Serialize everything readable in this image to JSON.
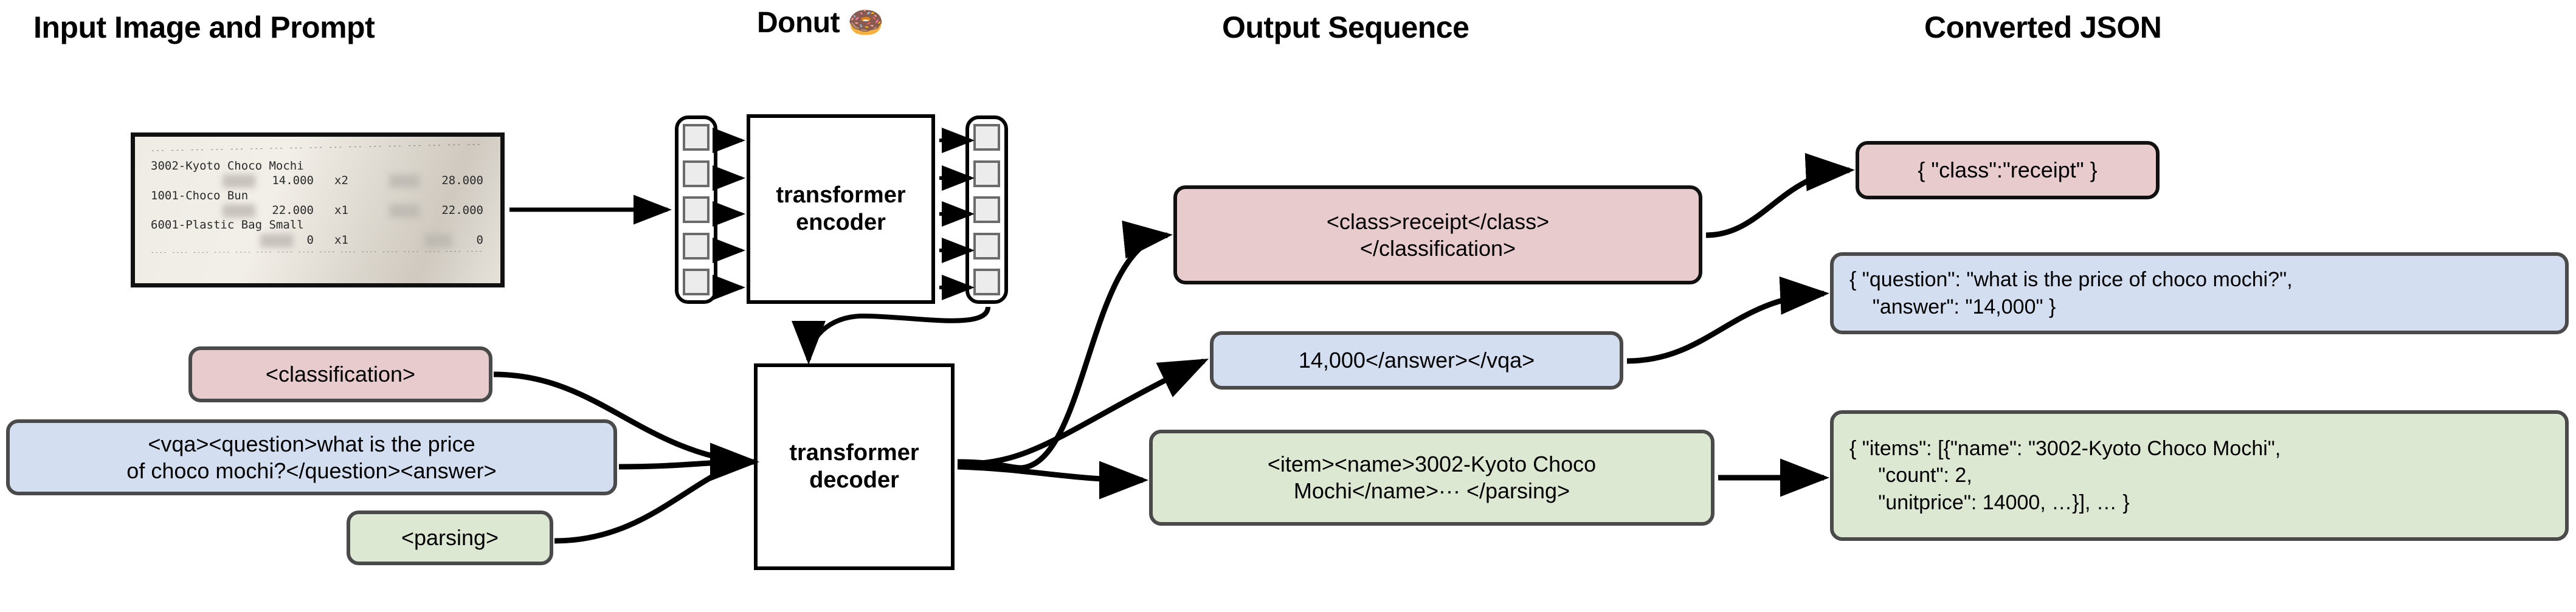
{
  "headings": {
    "input": "Input Image and Prompt",
    "model": "Donut 🍩",
    "output": "Output Sequence",
    "json": "Converted JSON"
  },
  "receipt": {
    "top_dashes": "--- --- --- --- --- --- --- --- --- --- --- --- --- --- --- --- --- --- --- --- --- --- --- --- --- ---",
    "bottom_dashes": "---- ---- ---- ---- ---- ---- ---- ---- ---- ---- ---- ---- ---- ---- ---- ---- ---- ---- ---- ---- ----",
    "lines": [
      {
        "name": "3002-Kyoto Choco Mochi",
        "unit_price": "14.000",
        "qty": "x2",
        "amount": "28.000"
      },
      {
        "name": "1001-Choco Bun",
        "unit_price": "22.000",
        "qty": "x1",
        "amount": "22.000"
      },
      {
        "name": "6001-Plastic Bag Small",
        "unit_price": "0",
        "qty": "x1",
        "amount": "0"
      }
    ]
  },
  "model": {
    "encoder_label": "transformer\nencoder",
    "decoder_label": "transformer\ndecoder",
    "encoder_input_tokens": 5,
    "encoder_output_tokens": 5
  },
  "prompts": [
    {
      "id": "classification",
      "text": "<classification>",
      "color": "pink"
    },
    {
      "id": "vqa",
      "text": "<vqa><question>what is the price\nof choco mochi?</question><answer>",
      "color": "blue"
    },
    {
      "id": "parsing",
      "text": "<parsing>",
      "color": "green"
    }
  ],
  "output_sequences": [
    {
      "id": "classification",
      "text": "<class>receipt</class>\n</classification>",
      "color": "pink"
    },
    {
      "id": "vqa",
      "text": "14,000</answer></vqa>",
      "color": "blue"
    },
    {
      "id": "parsing",
      "text": "<item><name>3002-Kyoto Choco\nMochi</name>··· </parsing>",
      "color": "green"
    }
  ],
  "converted_json": [
    {
      "id": "classification",
      "text": "{ \"class\":\"receipt\" }",
      "color": "pink"
    },
    {
      "id": "vqa",
      "text": "{ \"question\": \"what is the price of choco mochi?\",\n    \"answer\": \"14,000\" }",
      "color": "blue"
    },
    {
      "id": "parsing",
      "text": "{ \"items\": [{\"name\": \"3002-Kyoto Choco Mochi\",\n     \"count\": 2,\n     \"unitprice\": 14000, …}], … }",
      "color": "green"
    }
  ],
  "colors": {
    "pink": "#e8cbcd",
    "blue": "#d3dff0",
    "green": "#dde8d2",
    "stroke": "#4a4a4a",
    "black": "#000000"
  }
}
